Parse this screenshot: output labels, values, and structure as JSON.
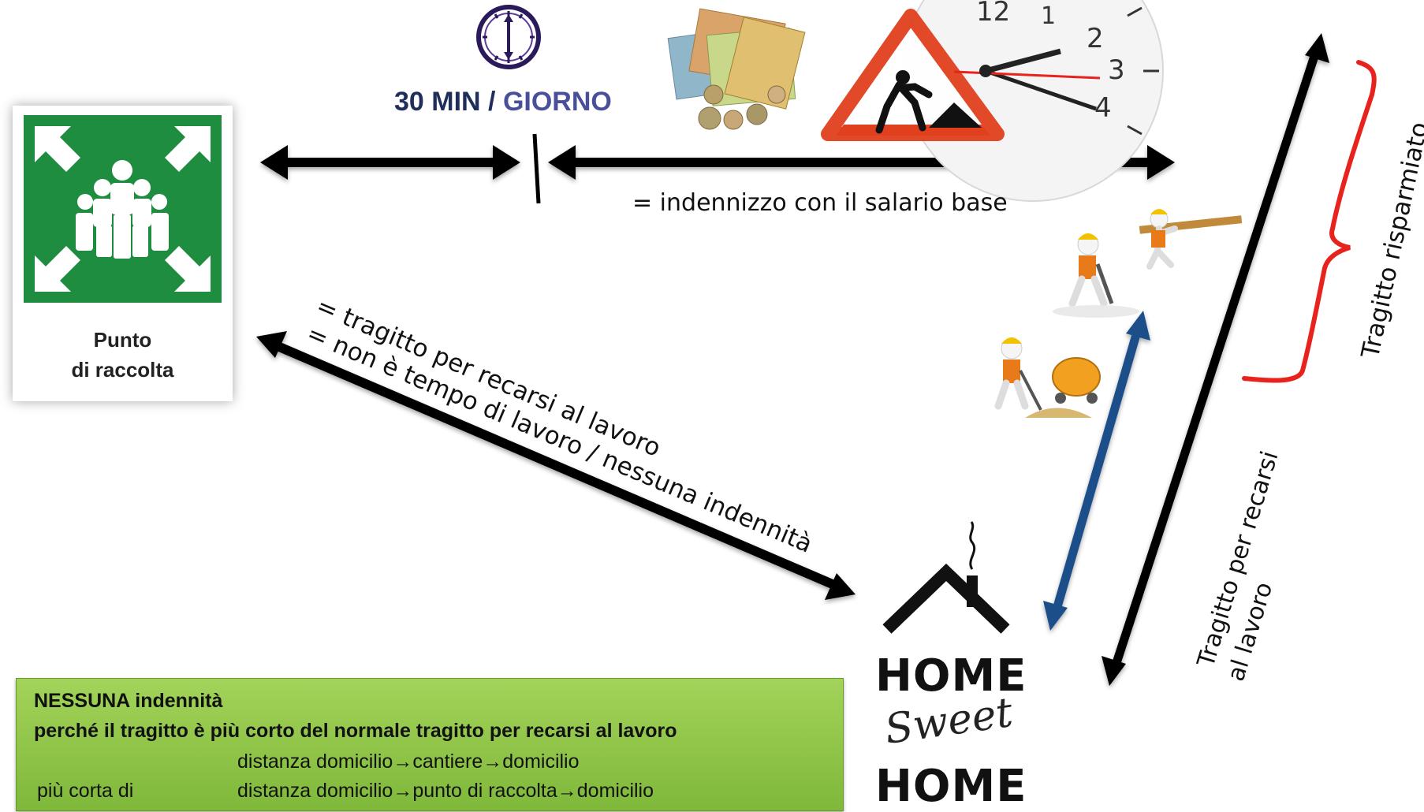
{
  "assembly_point": {
    "label_line1": "Punto",
    "label_line2": "di raccolta"
  },
  "top_label": {
    "time": "30 MIN",
    "sep": " / ",
    "day": "GIORNO"
  },
  "labels": {
    "compensation": "= indennizzo con il salario base",
    "commute_line1": "= tragitto per recarsi al lavoro",
    "commute_line2": "= non è tempo di lavoro / nessuna indennità",
    "saved": "Tragitto risparmiato",
    "work_commute_line1": "Tragitto per recarsi",
    "work_commute_line2": "al lavoro"
  },
  "home_sign": {
    "top": "HOME",
    "middle": "Sweet",
    "bottom": "HOME"
  },
  "note_box": {
    "line1": "NESSUNA indennità",
    "line2": "perché il tragitto è più corto del normale tragitto per recarsi al lavoro",
    "line3_right": "distanza domicilio→cantiere→domicilio",
    "line4_left": "più corta di",
    "line4_right": "distanza domicilio→punto di raccolta→domicilio"
  },
  "colors": {
    "sign_green": "#1f8d3f",
    "note_green": "#8cc540",
    "brace_red": "#e8231d",
    "arrow_blue": "#1f4f8a",
    "arrow_black": "#000000"
  },
  "icons": [
    "clock-icon",
    "money-icon",
    "roadwork-clock-icon",
    "worker-figures-icon",
    "assembly-point-icon",
    "house-icon"
  ]
}
